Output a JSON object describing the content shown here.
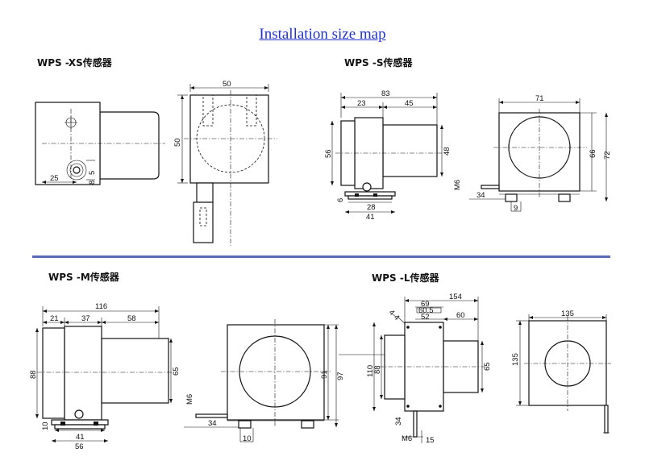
{
  "page": {
    "title": "Installation size map"
  },
  "sensors": {
    "xs": {
      "label": "WPS -XS传感器",
      "dims": {
        "d50_width": "50",
        "d50_height": "50",
        "d25": "25",
        "d8": "8",
        "d5": "5"
      }
    },
    "s": {
      "label": "WPS -S传感器",
      "dims": {
        "d83": "83",
        "d23": "23",
        "d45": "45",
        "d56": "56",
        "d48": "48",
        "d6": "6",
        "d28": "28",
        "d41": "41",
        "d71": "71",
        "d66": "66",
        "d72": "72",
        "m6": "M6",
        "d34": "34",
        "d9": "9"
      }
    },
    "m": {
      "label": "WPS -M传感器",
      "dims": {
        "d116": "116",
        "d21": "21",
        "d37": "37",
        "d58": "58",
        "d88": "88",
        "d65": "65",
        "d10a": "10",
        "d41": "41",
        "d56": "56",
        "m6": "M6",
        "d91": "91",
        "d97": "97",
        "d34": "34",
        "d10b": "10"
      }
    },
    "l": {
      "label": "WPS -L传感器",
      "dims": {
        "d154": "154",
        "d69": "69",
        "d60_5": "60.5",
        "d52": "52",
        "d60": "60",
        "d4_4": "4-4",
        "d110": "110",
        "d88": "88",
        "d65": "65",
        "d34": "34",
        "m6": "M6",
        "d15": "15",
        "d135_width": "135",
        "d135_height": "135"
      }
    }
  },
  "colors": {
    "title": "#2233cc",
    "divider": "#5b6bb6"
  }
}
